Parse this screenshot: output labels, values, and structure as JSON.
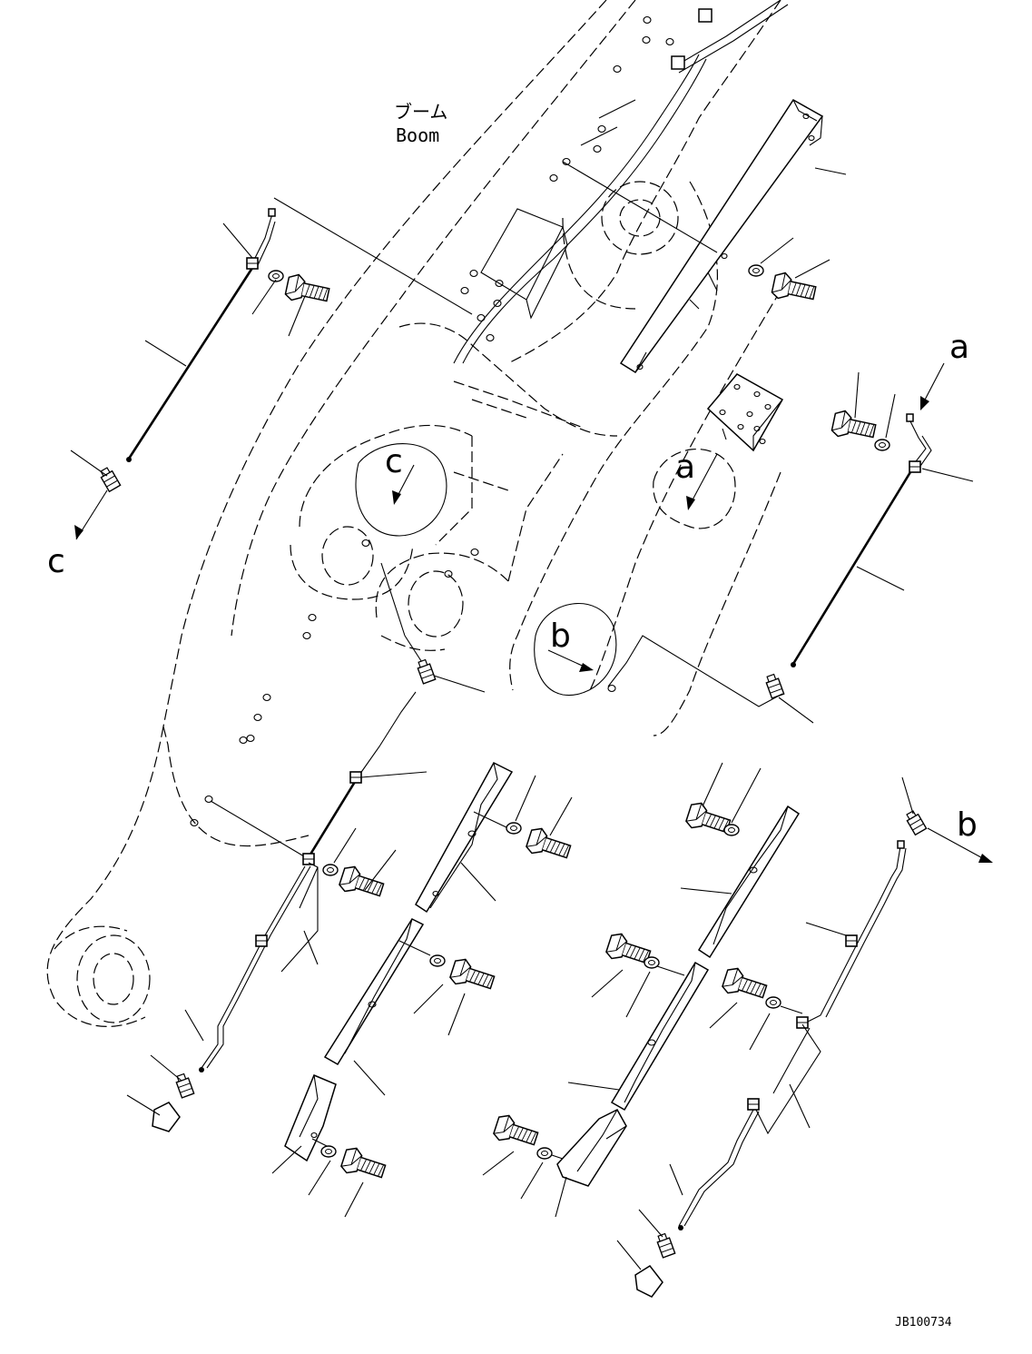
{
  "labels": {
    "boom_jp": "ブーム",
    "boom_en": "Boom",
    "ref_a_callout": "a",
    "ref_a_view": "a",
    "ref_b_callout": "b",
    "ref_b_view": "b",
    "ref_c_callout": "c",
    "ref_c_view": "c",
    "drawing_code": "JB100734"
  }
}
